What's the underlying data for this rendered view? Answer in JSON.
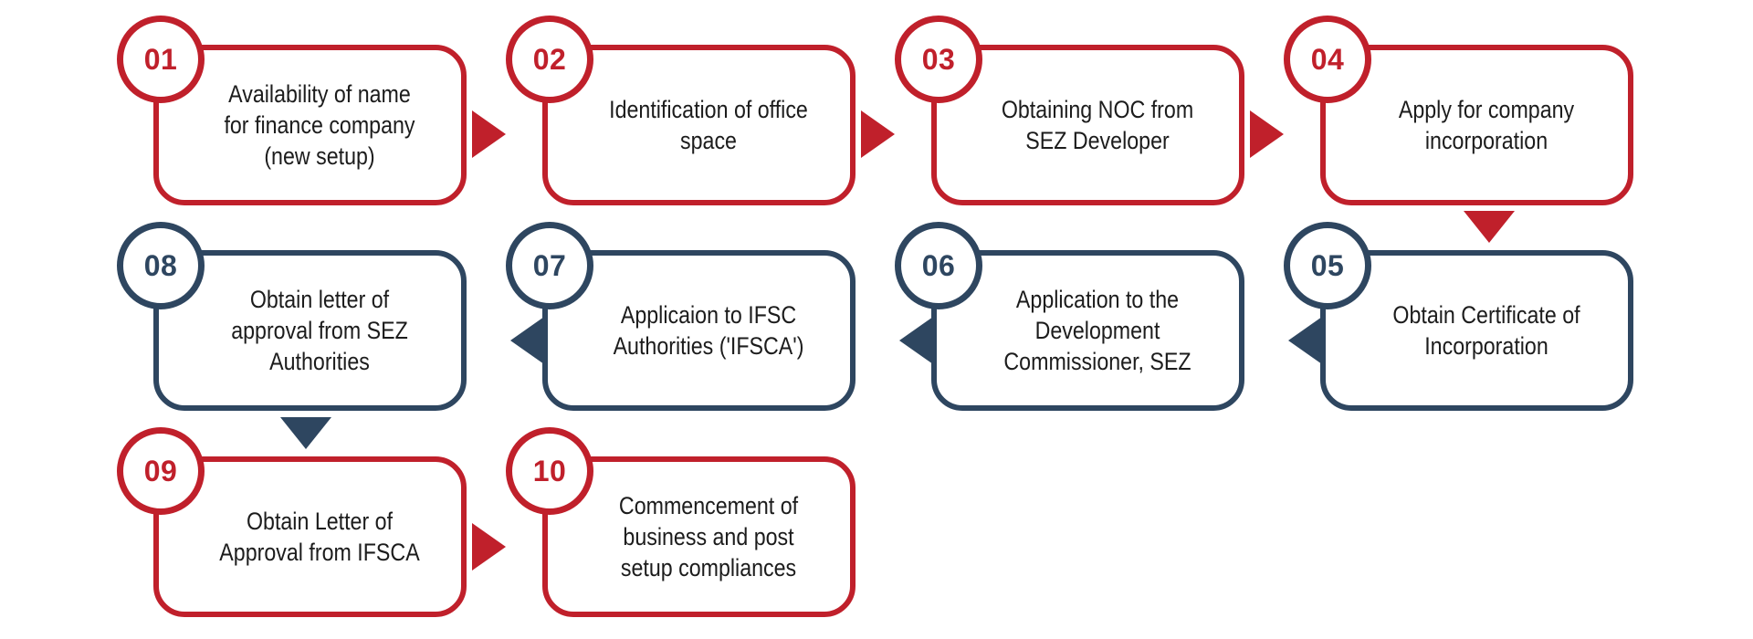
{
  "steps": [
    {
      "number": "01",
      "label": "Availability of name for finance company (new setup)",
      "color": "#c0202b"
    },
    {
      "number": "02",
      "label": "Identification of office space",
      "color": "#c0202b"
    },
    {
      "number": "03",
      "label": "Obtaining NOC from SEZ Developer",
      "color": "#c0202b"
    },
    {
      "number": "04",
      "label": "Apply for company incorporation",
      "color": "#c0202b"
    },
    {
      "number": "05",
      "label": "Obtain Certificate of Incorporation",
      "color": "#2e4660"
    },
    {
      "number": "06",
      "label": "Application to the Development Commissioner, SEZ",
      "color": "#2e4660"
    },
    {
      "number": "07",
      "label": "Applicaion to IFSC Authorities ('IFSCA')",
      "color": "#2e4660"
    },
    {
      "number": "08",
      "label": "Obtain letter of approval from SEZ Authorities",
      "color": "#2e4660"
    },
    {
      "number": "09",
      "label": "Obtain Letter of Approval from IFSCA",
      "color": "#c0202b"
    },
    {
      "number": "10",
      "label": "Commencement of business and post setup compliances",
      "color": "#c0202b"
    }
  ],
  "colors": {
    "red": "#c0202b",
    "navy": "#2e4660",
    "text": "#1c1c1c"
  }
}
